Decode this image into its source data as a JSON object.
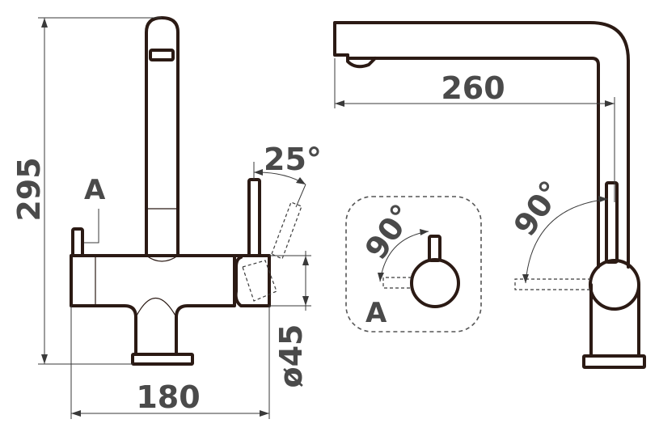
{
  "dimensions": {
    "height": "295",
    "base_width": "180",
    "spout_reach": "260",
    "hole_diameter": "ø45",
    "lever_angle": "25°",
    "filter_lever_angle_inset": "90°",
    "filter_lever_angle_side": "90°"
  },
  "labels": {
    "section_front": "A",
    "section_inset": "A"
  },
  "colors": {
    "outline": "#2b1a14",
    "dimension": "#3a3a3a",
    "text": "#4a4a4a",
    "background": "#ffffff"
  }
}
